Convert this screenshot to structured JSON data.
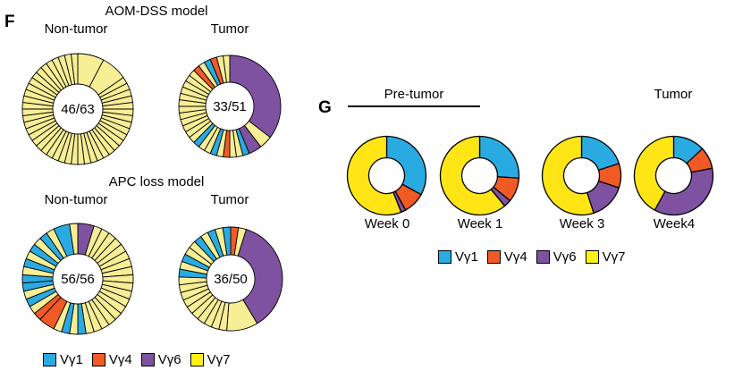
{
  "colors": {
    "vg1": "#29ABE2",
    "vg4": "#F15A24",
    "vg6": "#7E52A0",
    "vg7": "#FFF212",
    "vg7F": "#F7EE95",
    "vg7G": "#FFE516",
    "stroke": "#000000"
  },
  "panelF": {
    "label": "F",
    "title1": "AOM-DSS model",
    "title2": "APC loss model",
    "subtitle_left1": "Non-tumor",
    "subtitle_right1": "Tumor",
    "subtitle_left2": "Non-tumor",
    "subtitle_right2": "Tumor"
  },
  "panelG": {
    "label": "G",
    "group_left": "Pre-tumor",
    "group_right": "Tumor",
    "week_labels": [
      "Week 0",
      "Week 1",
      "Week 3",
      "Week4"
    ]
  },
  "legend": [
    {
      "key": "vg1",
      "label": "Vγ1"
    },
    {
      "key": "vg4",
      "label": "Vγ4"
    },
    {
      "key": "vg6",
      "label": "Vγ6"
    },
    {
      "key": "vg7",
      "label": "Vγ7"
    }
  ],
  "chart_data": [
    {
      "type": "donut",
      "id": "aom_nontumor",
      "panel": "F",
      "model": "AOM-DSS model",
      "title": "Non-tumor",
      "center_label": "46/63",
      "outer_r": 62,
      "inner_r": 28,
      "stroke_w": 0.9,
      "segments": [
        [
          "vg7F",
          4
        ],
        [
          "vg7F",
          4
        ],
        [
          "vg7F",
          1,
          44
        ]
      ]
    },
    {
      "type": "donut",
      "id": "aom_tumor",
      "panel": "F",
      "model": "AOM-DSS model",
      "title": "Tumor",
      "center_label": "33/51",
      "outer_r": 57,
      "inner_r": 27,
      "stroke_w": 0.9,
      "segments": [
        [
          "vg6",
          17
        ],
        [
          "vg7F",
          2
        ],
        [
          "vg6",
          2
        ],
        [
          "vg1",
          1
        ],
        [
          "vg7F",
          1,
          2
        ],
        [
          "vg4",
          1
        ],
        [
          "vg7F",
          1
        ],
        [
          "vg1",
          1
        ],
        [
          "vg7F",
          1,
          2
        ],
        [
          "vg1",
          1
        ],
        [
          "vg7F",
          1,
          12
        ],
        [
          "vg4",
          1
        ],
        [
          "vg7F",
          1
        ],
        [
          "vg1",
          1
        ],
        [
          "vg4",
          1
        ],
        [
          "vg7F",
          1,
          2
        ]
      ]
    },
    {
      "type": "donut",
      "id": "apc_nontumor",
      "panel": "F",
      "model": "APC loss model",
      "title": "Non-tumor",
      "center_label": "56/56",
      "outer_r": 62,
      "inner_r": 28,
      "stroke_w": 0.9,
      "segments": [
        [
          "vg6",
          2
        ],
        [
          "vg7F",
          1,
          18
        ],
        [
          "vg1",
          1
        ],
        [
          "vg7F",
          1
        ],
        [
          "vg1",
          1
        ],
        [
          "vg7F",
          1
        ],
        [
          "vg4",
          2
        ],
        [
          "vg4",
          1
        ],
        [
          "vg7F",
          1
        ],
        [
          "vg1",
          1
        ],
        [
          "vg7F",
          1
        ],
        [
          "vg1",
          1
        ],
        [
          "vg1",
          1
        ],
        [
          "vg7F",
          1
        ],
        [
          "vg1",
          1
        ],
        [
          "vg7F",
          1
        ],
        [
          "vg1",
          1
        ],
        [
          "vg7F",
          1
        ],
        [
          "vg1",
          1
        ],
        [
          "vg7F",
          1
        ],
        [
          "vg1",
          2
        ],
        [
          "vg7F",
          1
        ]
      ]
    },
    {
      "type": "donut",
      "id": "apc_tumor",
      "panel": "F",
      "model": "APC loss model",
      "title": "Tumor",
      "center_label": "36/50",
      "outer_r": 58,
      "inner_r": 27,
      "stroke_w": 0.9,
      "segments": [
        [
          "vg4",
          1
        ],
        [
          "vg7F",
          1
        ],
        [
          "vg6",
          15
        ],
        [
          "vg7F",
          4
        ],
        [
          "vg7F",
          1,
          10
        ],
        [
          "vg1",
          1
        ],
        [
          "vg7F",
          1
        ],
        [
          "vg1",
          1
        ],
        [
          "vg7F",
          1,
          2
        ],
        [
          "vg1",
          1
        ],
        [
          "vg7F",
          1
        ],
        [
          "vg1",
          1
        ],
        [
          "vg7F",
          1
        ],
        [
          "vg1",
          1
        ]
      ]
    },
    {
      "type": "donut",
      "id": "week0",
      "panel": "G",
      "group": "Pre-tumor",
      "title": "Week 0",
      "center_label": "",
      "outer_r": 44,
      "inner_r": 20,
      "stroke_w": 1.3,
      "segments": [
        [
          "vg1",
          33
        ],
        [
          "vg4",
          9
        ],
        [
          "vg6",
          2
        ],
        [
          "vg7G",
          56
        ]
      ]
    },
    {
      "type": "donut",
      "id": "week1",
      "panel": "G",
      "group": "Pre-tumor",
      "title": "Week 1",
      "center_label": "",
      "outer_r": 44,
      "inner_r": 20,
      "stroke_w": 1.3,
      "segments": [
        [
          "vg1",
          26
        ],
        [
          "vg4",
          10
        ],
        [
          "vg6",
          3
        ],
        [
          "vg7G",
          61
        ]
      ]
    },
    {
      "type": "donut",
      "id": "week3",
      "panel": "G",
      "group": "",
      "title": "Week 3",
      "center_label": "",
      "outer_r": 44,
      "inner_r": 20,
      "stroke_w": 1.3,
      "segments": [
        [
          "vg1",
          20
        ],
        [
          "vg4",
          10
        ],
        [
          "vg6",
          15
        ],
        [
          "vg7G",
          55
        ]
      ]
    },
    {
      "type": "donut",
      "id": "week4",
      "panel": "G",
      "group": "Tumor",
      "title": "Week4",
      "center_label": "",
      "outer_r": 44,
      "inner_r": 20,
      "stroke_w": 1.3,
      "segments": [
        [
          "vg1",
          13
        ],
        [
          "vg4",
          9
        ],
        [
          "vg6",
          36
        ],
        [
          "vg7G",
          42
        ]
      ]
    }
  ]
}
